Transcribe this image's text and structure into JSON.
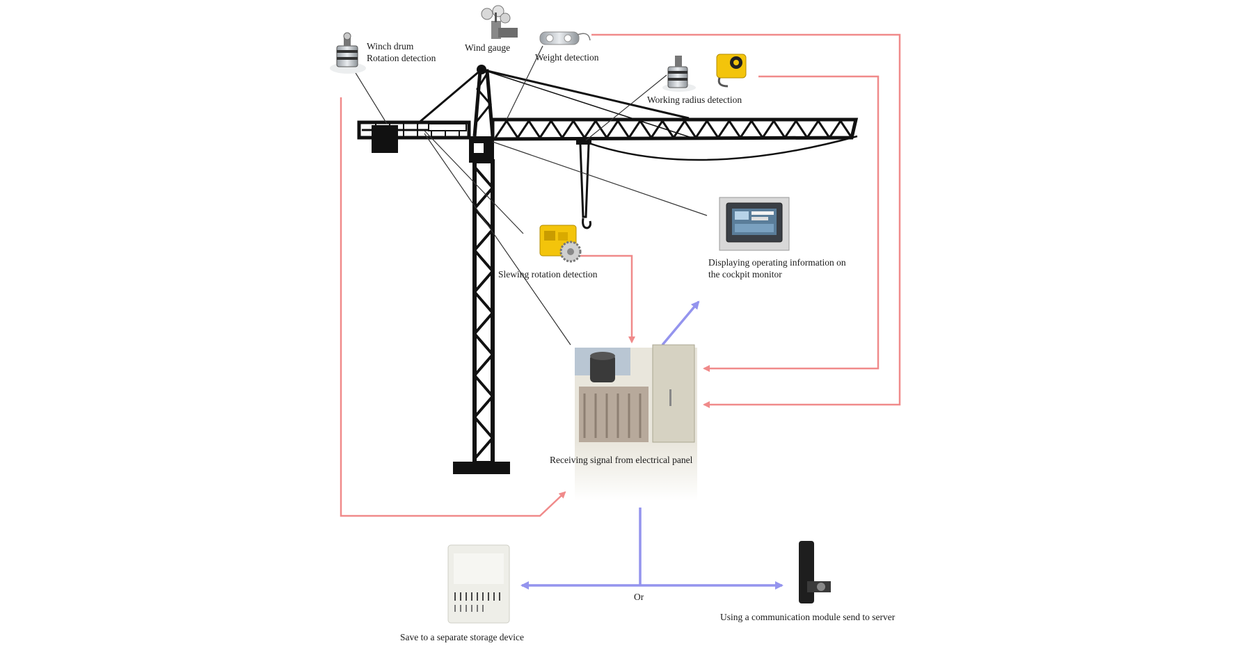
{
  "labels": {
    "winch_line1": "Winch drum",
    "winch_line2": "Rotation detection",
    "wind_gauge": "Wind gauge",
    "weight_detection": "Weight detection",
    "working_radius": "Working radius detection",
    "slewing": "Slewing rotation detection",
    "monitor_line1": "Displaying operating information on",
    "monitor_line2": "the cockpit monitor",
    "receiving": "Receiving signal from electrical panel",
    "or": "Or",
    "storage": "Save to a separate storage device",
    "comm": "Using a communication module send to server"
  },
  "colors": {
    "sensor_signal": "#f08a8a",
    "output_flow": "#9494ee",
    "crane": "#111111",
    "leader_line": "#333333"
  },
  "icons": {
    "winch_sensor": "rotary-encoder-icon",
    "wind_sensor": "anemometer-icon",
    "weight_sensor": "load-cell-icon",
    "radius_encoder": "rotary-encoder-icon",
    "radius_sensor": "yellow-proximity-sensor-icon",
    "slewing_sensor": "yellow-gear-encoder-icon",
    "cockpit_monitor": "touch-monitor-icon",
    "electrical_panel": "electrical-cabinet-icon",
    "storage_device": "storage-box-icon",
    "comm_module": "antenna-module-icon"
  }
}
